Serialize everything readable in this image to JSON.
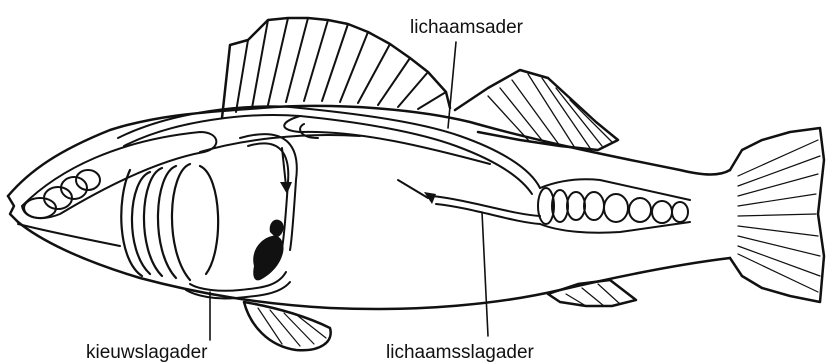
{
  "labels": {
    "top": "lichaamsader",
    "bottom_left": "kieuwslagader",
    "bottom_right": "lichaamsslagader"
  },
  "colors": {
    "ink": "#111111",
    "background": "#ffffff"
  }
}
